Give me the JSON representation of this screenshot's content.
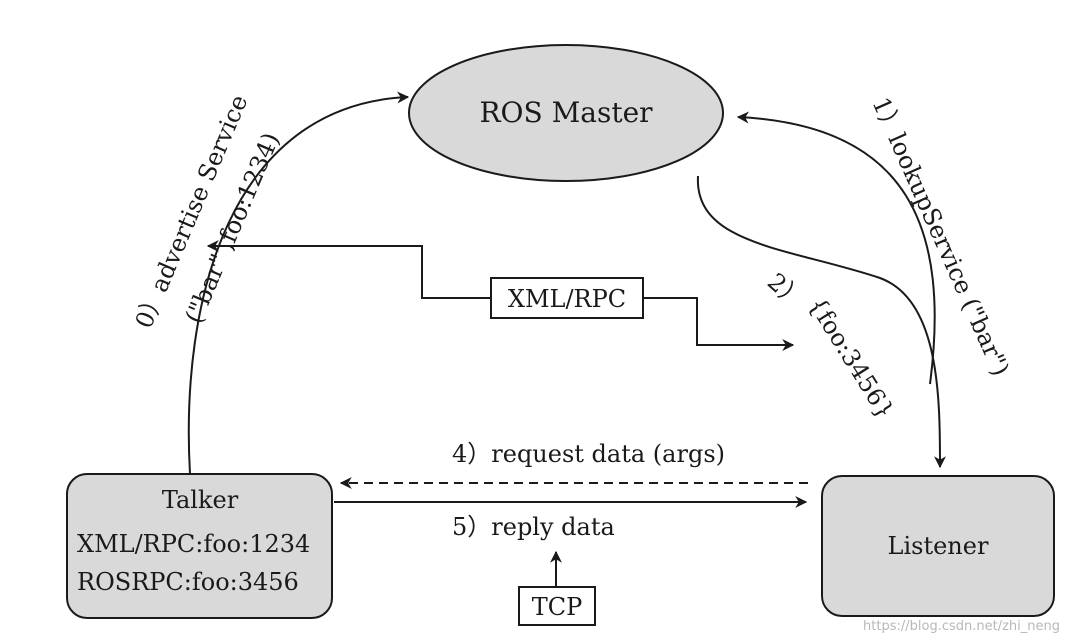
{
  "nodes": {
    "master": "ROS Master",
    "talker": {
      "title": "Talker",
      "line1": "XML/RPC:foo:1234",
      "line2": "ROSRPC:foo:3456"
    },
    "listener": "Listener",
    "xmlrpc": "XML/RPC",
    "tcp": "TCP"
  },
  "labels": {
    "advertise_line1": "0）advertise Service",
    "advertise_line2": "(\"bar\" ,foo:1234)",
    "lookup": "1）lookupService (\"bar\")",
    "reply_step": "2）",
    "reply_value": "{foo:3456}",
    "request": "4）request data (args)",
    "reply_data": "5）reply data"
  },
  "watermark": "https://blog.csdn.net/zhi_neng",
  "colors": {
    "node_fill": "#d9d9d9",
    "stroke": "#1a1a1a"
  }
}
